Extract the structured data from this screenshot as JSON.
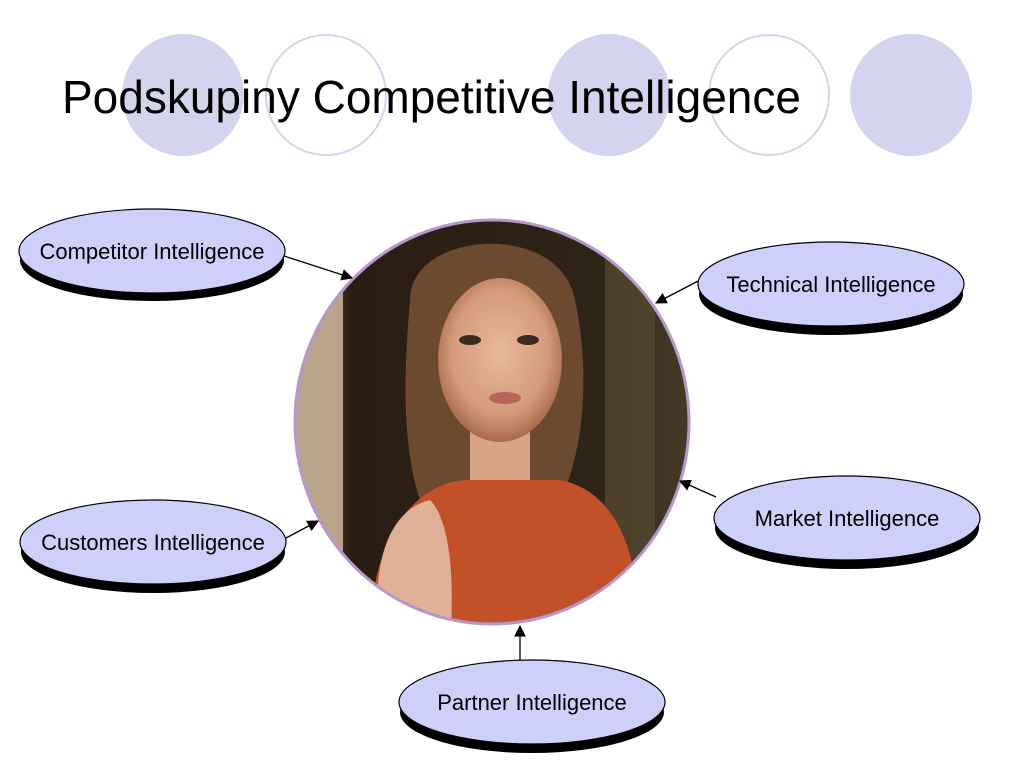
{
  "slide": {
    "title": "Podskupiny Competitive Intelligence"
  },
  "diagram": {
    "center_image": "portrait-photo",
    "nodes": [
      {
        "id": "competitor",
        "label": "Competitor Intelligence"
      },
      {
        "id": "technical",
        "label": "Technical Intelligence"
      },
      {
        "id": "customers",
        "label": "Customers Intelligence"
      },
      {
        "id": "market",
        "label": "Market Intelligence"
      },
      {
        "id": "partner",
        "label": "Partner Intelligence"
      }
    ]
  },
  "colors": {
    "bubble_fill": "#cfcffb",
    "bubble_shadow": "#000000",
    "decor_circle": "#d4d4ee",
    "photo_border": "#b497cc"
  }
}
